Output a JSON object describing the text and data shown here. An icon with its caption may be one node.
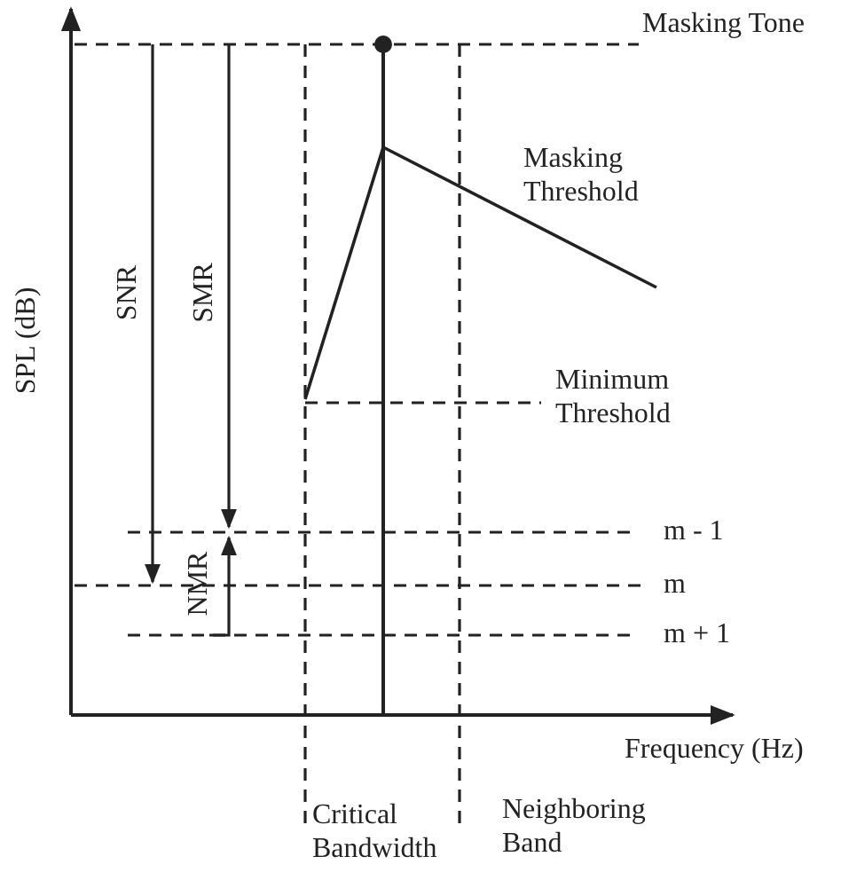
{
  "diagram": {
    "labels": [
      "Masking Tone",
      "Masking Threshold",
      "SNR",
      "SMR",
      "SPL (dB)",
      "Minimum Threshold",
      "m - 1",
      "NMR",
      "m",
      "m + 1",
      "Frequency (Hz)",
      "Critical Bandwidth",
      "Neighboring Band"
    ]
  }
}
